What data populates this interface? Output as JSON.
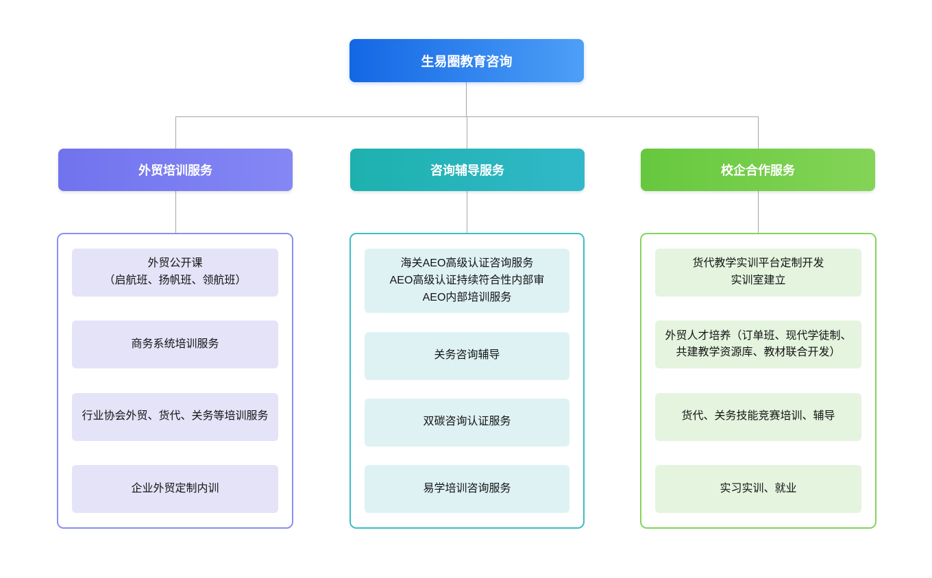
{
  "root": {
    "label": "生易圈教育咨询",
    "color": "#1467e4"
  },
  "branches": [
    {
      "label": "外贸培训服务",
      "color": "#7b7df1",
      "items": [
        "外贸公开课\n（启航班、扬帆班、领航班）",
        "商务系统培训服务",
        "行业协会外贸、货代、关务等培训服务",
        "企业外贸定制内训"
      ]
    },
    {
      "label": "咨询辅导服务",
      "color": "#29b3be",
      "items": [
        "海关AEO高级认证咨询服务\nAEO高级认证持续符合性内部审\nAEO内部培训服务",
        "关务咨询辅导",
        "双碳咨询认证服务",
        "易学培训咨询服务"
      ]
    },
    {
      "label": "校企合作服务",
      "color": "#74cc4a",
      "items": [
        "货代教学实训平台定制开发\n实训室建立",
        "外贸人才培养（订单班、现代学徒制、共建教学资源库、教材联合开发）",
        "货代、关务技能竞赛培训、辅导",
        "实习实训、就业"
      ]
    }
  ]
}
